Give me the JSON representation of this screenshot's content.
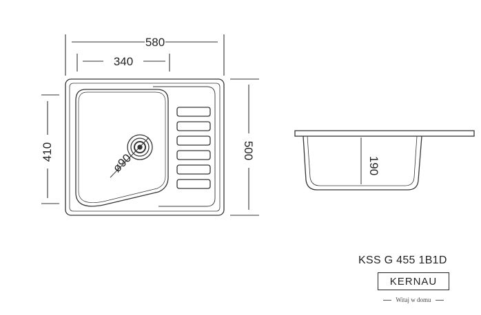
{
  "dimensions": {
    "overall_width": "580",
    "bowl_width": "340",
    "bowl_height": "410",
    "overall_depth": "500",
    "drain_diameter": "ø90",
    "bowl_depth": "190"
  },
  "product": {
    "model": "KSS G 455 1B1D",
    "brand": "KERNAU",
    "tagline": "Witaj w domu"
  },
  "colors": {
    "line": "#333333",
    "background": "#ffffff"
  }
}
